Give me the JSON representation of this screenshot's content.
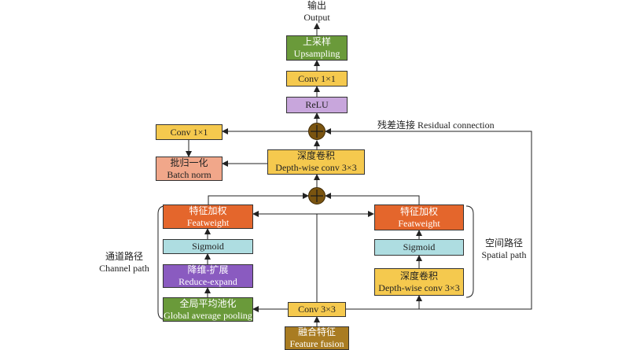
{
  "output": {
    "zh": "输出",
    "en": "Output"
  },
  "upsampling": {
    "zh": "上采样",
    "en": "Upsampling"
  },
  "conv1x1_top": {
    "en": "Conv 1×1"
  },
  "relu": {
    "en": "ReLU"
  },
  "conv1x1_left": {
    "en": "Conv 1×1"
  },
  "residual": {
    "text": "残差连接 Residual connection"
  },
  "batch_norm": {
    "zh": "批归一化",
    "en": "Batch norm"
  },
  "depthwise_mid": {
    "zh": "深度卷积",
    "en": "Depth-wise conv 3×3"
  },
  "featweight_left": {
    "zh": "特征加权",
    "en": "Featweight"
  },
  "featweight_right": {
    "zh": "特征加权",
    "en": "Featweight"
  },
  "sigmoid_left": {
    "en": "Sigmoid"
  },
  "sigmoid_right": {
    "en": "Sigmoid"
  },
  "reduce_expand": {
    "zh": "降维-扩展",
    "en": "Reduce-expand"
  },
  "depthwise_right": {
    "zh": "深度卷积",
    "en": "Depth-wise conv 3×3"
  },
  "gap": {
    "zh": "全局平均池化",
    "en": "Global average pooling"
  },
  "conv3x3": {
    "en": "Conv 3×3"
  },
  "feature_fusion": {
    "zh": "融合特征",
    "en": "Feature fusion"
  },
  "channel_path": {
    "zh": "通道路径",
    "en": "Channel path"
  },
  "spatial_path": {
    "zh": "空间路径",
    "en": "Spatial path"
  },
  "colors": {
    "green": "#6a9a3a",
    "yellow": "#f5c94e",
    "light_purple": "#c8a6dc",
    "purple": "#8a5bc0",
    "orange": "#e4662c",
    "salmon": "#f1a78a",
    "cyan": "#aedde1",
    "brown": "#a97c22",
    "adder": "#7a5410"
  }
}
